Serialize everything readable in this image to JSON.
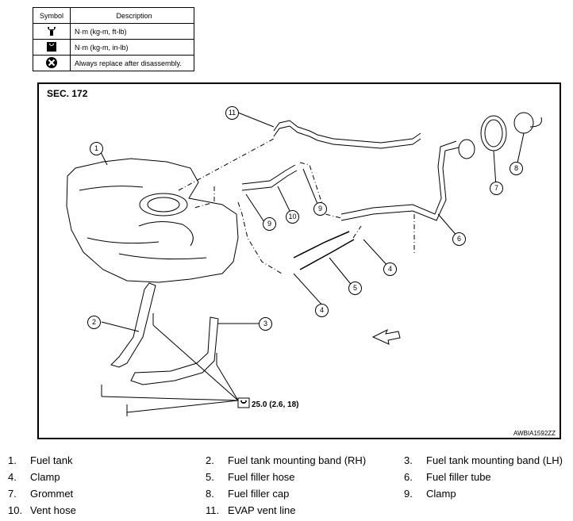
{
  "symbol_table": {
    "header_symbol": "Symbol",
    "header_description": "Description",
    "rows": [
      {
        "icon": "torque-wrench-icon",
        "description": "N·m (kg-m, ft-lb)"
      },
      {
        "icon": "torque-wrench-small-icon",
        "description": "N·m (kg-m, in-lb)"
      },
      {
        "icon": "always-replace-icon",
        "description": "Always replace after disassembly."
      }
    ]
  },
  "diagram": {
    "section": "SEC. 172",
    "torque_spec": "25.0 (2.6, 18)",
    "figure_code": "AWBIA1592ZZ",
    "callouts": [
      "1",
      "2",
      "3",
      "4",
      "4",
      "5",
      "6",
      "7",
      "8",
      "9",
      "9",
      "10",
      "11"
    ]
  },
  "parts": [
    {
      "num": "1.",
      "label": "Fuel tank"
    },
    {
      "num": "2.",
      "label": "Fuel tank mounting band (RH)"
    },
    {
      "num": "3.",
      "label": "Fuel tank mounting band (LH)"
    },
    {
      "num": "4.",
      "label": "Clamp"
    },
    {
      "num": "5.",
      "label": "Fuel filler hose"
    },
    {
      "num": "6.",
      "label": "Fuel filler tube"
    },
    {
      "num": "7.",
      "label": "Grommet"
    },
    {
      "num": "8.",
      "label": "Fuel filler cap"
    },
    {
      "num": "9.",
      "label": "Clamp"
    },
    {
      "num": "10.",
      "label": "Vent hose"
    },
    {
      "num": "11.",
      "label": "EVAP vent line"
    }
  ]
}
